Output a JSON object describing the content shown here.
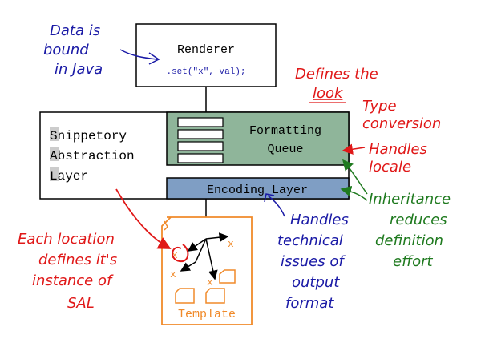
{
  "renderer": {
    "title": "Renderer",
    "code": ".set(\"x\", val);"
  },
  "sal": {
    "lines": [
      "Snippetory",
      "Abstraction",
      "Layer"
    ]
  },
  "formatting": {
    "lines": [
      "Formatting",
      "Queue"
    ]
  },
  "encoding": {
    "label": "Encoding Layer"
  },
  "template": {
    "label": "Template",
    "marks": [
      "x",
      "x",
      "x",
      "x"
    ]
  },
  "annotations": {
    "data_bound": [
      "Data is",
      "bound",
      "in Java"
    ],
    "defines_look": [
      "Defines the",
      "look"
    ],
    "type_conversion": [
      "Type",
      "conversion"
    ],
    "handles_locale": [
      "Handles",
      "locale"
    ],
    "inheritance": [
      "Inheritance",
      "reduces",
      "definition",
      "effort"
    ],
    "handles_technical": [
      "Handles",
      "technical",
      "issues of",
      "output",
      "format"
    ],
    "each_location": [
      "Each location",
      "defines it's",
      "instance of",
      "SAL"
    ]
  },
  "colors": {
    "blue_ink": "#1a1aa6",
    "red_ink": "#e01818",
    "green_ink": "#1f7a1f",
    "orange": "#f08a2a",
    "formatting_fill": "#8fb59a",
    "encoding_fill": "#7f9ec4",
    "highlight": "#cccccc"
  }
}
